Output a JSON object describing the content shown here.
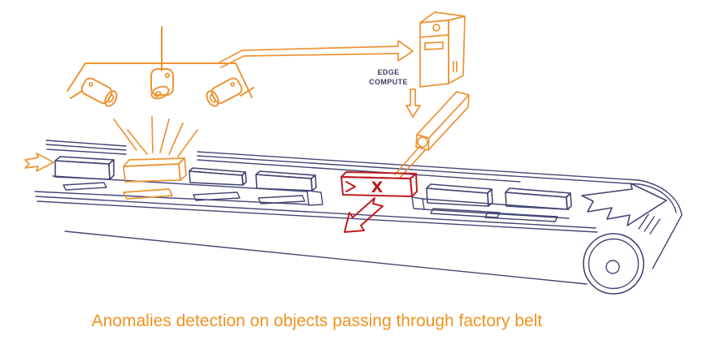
{
  "caption": {
    "text": "Anomalies detection on objects passing through factory belt"
  },
  "labels": {
    "edge_compute_line1": "EDGE",
    "edge_compute_line2": "COMPUTE",
    "anomaly_mark": "X"
  },
  "colors": {
    "orange": "#EC9335",
    "navy": "#424673",
    "red": "#BE1C20",
    "label_navy": "#3F4066",
    "caption_orange": "#F0921E",
    "background": "#FFFFFF"
  },
  "icons": {
    "camera": "cctv-camera-icon",
    "server": "edge-compute-tower-icon",
    "actuator": "pusher-arm-icon",
    "belt": "conveyor-belt-icon",
    "reject": "reject-arrow-icon"
  }
}
